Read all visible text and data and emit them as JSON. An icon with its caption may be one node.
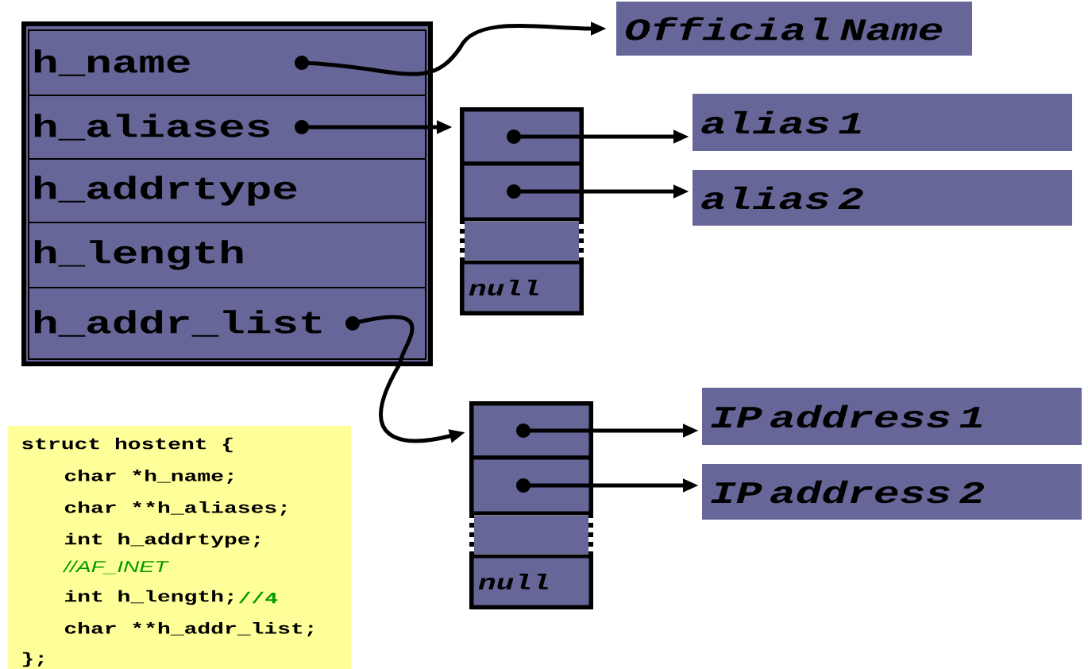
{
  "diagram": {
    "nodes": [
      {
        "text": [],
        "shape": "box"
      },
      {
        "text": [
          "h_name"
        ],
        "in": 0
      },
      {
        "text": [
          "h_aliases"
        ],
        "in": 0
      },
      {
        "text": [
          "h_addrtype"
        ],
        "in": 0
      },
      {
        "text": [
          "h_length"
        ],
        "in": 0
      },
      {
        "text": [
          "h_addr_list"
        ],
        "in": 0
      },
      {
        "text": [
          "Official Name"
        ]
      },
      {
        "text": [],
        "shape": "box"
      },
      {
        "text": [],
        "shape": "box",
        "in": 7
      },
      {
        "text": [],
        "shape": "box",
        "in": 7
      },
      {
        "text": [],
        "shape": "box",
        "in": 7
      },
      {
        "text": [
          "null"
        ],
        "in": 7
      },
      {
        "text": [
          "alias 1"
        ]
      },
      {
        "text": [
          "alias 2"
        ]
      },
      {
        "text": [],
        "shape": "box"
      },
      {
        "text": [],
        "shape": "box",
        "in": 14
      },
      {
        "text": [],
        "shape": "box",
        "in": 14
      },
      {
        "text": [],
        "shape": "box",
        "in": 14
      },
      {
        "text": [
          "null"
        ],
        "in": 14
      },
      {
        "text": [
          "IP address 1"
        ]
      },
      {
        "text": [
          "IP address 2"
        ]
      },
      {
        "text": [
          "struct hostent {",
          "char *h_name;",
          "char **h_aliases;",
          "int h_addrtype;",
          "//AF_INET",
          "int h_length;",
          "//4",
          "char **h_addr_list;",
          "};"
        ]
      }
    ],
    "edges": [
      {
        "from": 1,
        "to": 6,
        "arrow": "to"
      },
      {
        "from": 2,
        "to": 7,
        "arrow": "to"
      },
      {
        "from": 5,
        "to": 14,
        "arrow": "to"
      },
      {
        "from": 8,
        "to": 12,
        "arrow": "to"
      },
      {
        "from": 9,
        "to": 13,
        "arrow": "to"
      },
      {
        "from": 15,
        "to": 19,
        "arrow": "to"
      },
      {
        "from": 16,
        "to": 20,
        "arrow": "to"
      }
    ]
  }
}
